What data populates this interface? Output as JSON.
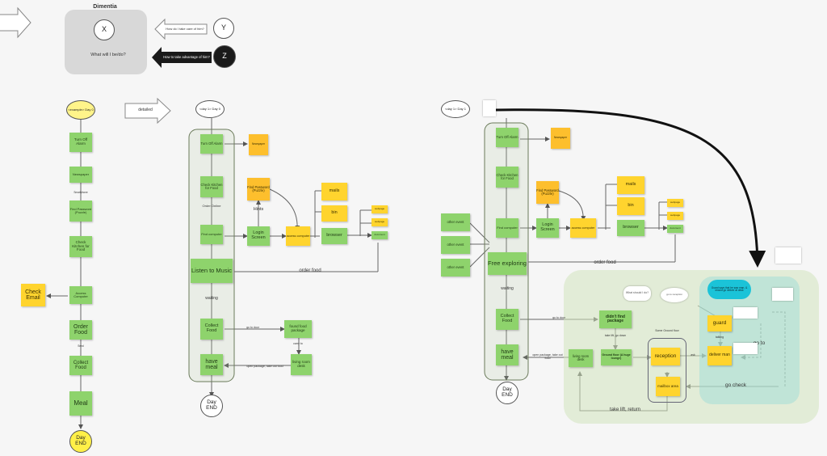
{
  "top": {
    "title": "Dimentia",
    "x": "X",
    "y": "Y",
    "z": "Z",
    "what_will": "What will I be/do?",
    "take_care": "How do I take care of him?",
    "take_adv": "How to take advantage of him?"
  },
  "s0": {
    "start": "<example> Day 0",
    "items": [
      "Turn Off Alarm",
      "Newspaper",
      "Find Password (Puzzle)",
      "Check Kitchen for Food",
      "Access Computer",
      "Order Food",
      "Collect Food",
      "Meal"
    ],
    "check_email": "Check Email",
    "end": "Day END",
    "small1": "Smartphone",
    "small2": "Send"
  },
  "detailed": "detailed",
  "s1": {
    "start": "<day 1> Day 0",
    "alarm": "Turn Off Alarm",
    "newspaper": "Newspaper",
    "kitchen": "Check Kitchen for Food",
    "order_online": "Order Online",
    "find_computer": "Find computer",
    "password": "Find Password (Puzzle)",
    "hints": "Hints",
    "login": "Login Screen",
    "access": "access computer",
    "mails": "mails",
    "bin": "bin",
    "browser": "browser",
    "small_a": "webpage",
    "small_b": "webpage",
    "small_c": "document",
    "music": "Listen to Music",
    "order_food": "order food",
    "waiting": "waiting",
    "collect": "Collect Food",
    "go_door": "go to door",
    "found": "found food package",
    "carry": "carry to",
    "living": "living room desk",
    "open_pkg": "open package, take out food",
    "meal": "have meal",
    "end": "Day END"
  },
  "s2": {
    "start": "<day 1> Day 1",
    "alarm": "Turn Off Alarm",
    "newspaper": "Newspaper",
    "kitchen": "Check Kitchen for Food",
    "find_computer": "Find computer",
    "password": "Find Password (Puzzle)",
    "login": "Login Screen",
    "access": "access computer",
    "mails": "mails",
    "bin": "bin",
    "browser": "browser",
    "small_a": "webpage",
    "small_b": "webpage",
    "small_c": "document",
    "other1": "other event",
    "other2": "other event",
    "other3": "other event",
    "free": "Free exploring",
    "order_food": "order food",
    "waiting": "waiting",
    "collect": "Collect Food",
    "go_door": "go to door",
    "didnt_find": "didn't find package",
    "what_do": "What should I do?",
    "go_reception": "go to reception",
    "take_lift": "take lift, go down",
    "ground": "Ground floor (A huge lounge)",
    "lounge": "Some Ground floor",
    "reception": "reception",
    "ask": "ask",
    "guard": "guard",
    "talking": "talking",
    "deliver": "deliver man",
    "goto": "go to",
    "gocheck": "go check",
    "mailbox": "mailbox area",
    "living": "living room desk",
    "open_pkg": "open package, take out food",
    "lift_return": "take lift, return",
    "meal": "have meal",
    "end": "Day END",
    "cloud": "Guard says that he saw man, & should go deliver at desk"
  }
}
